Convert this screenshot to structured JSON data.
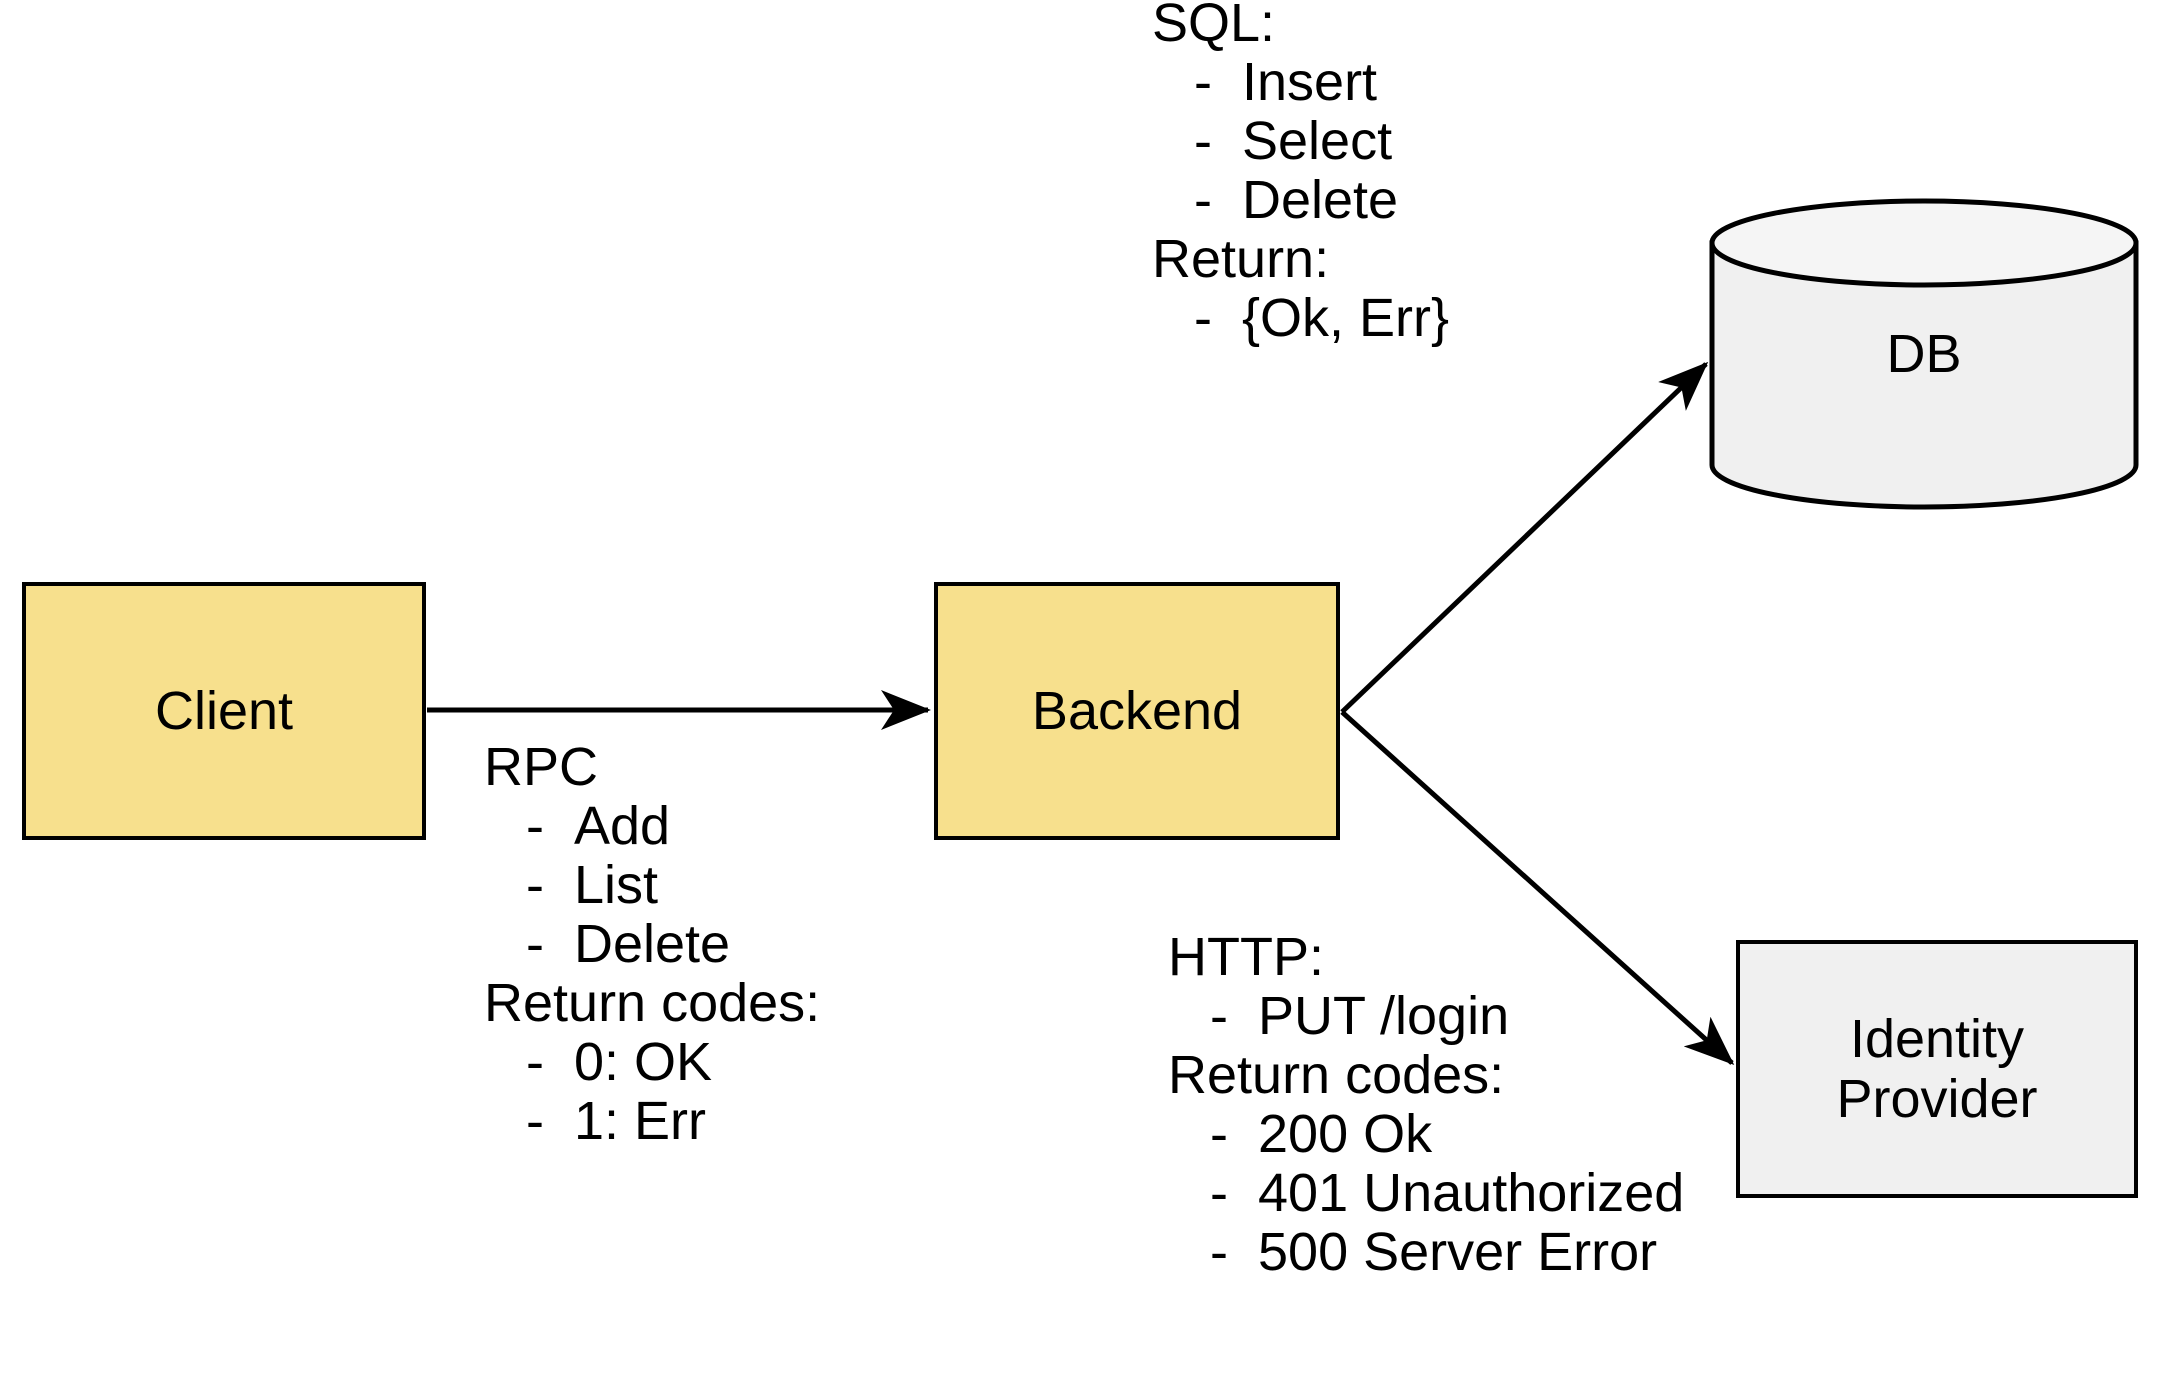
{
  "diagram": {
    "title": "Client / Backend / DB / Identity Provider architecture",
    "colors": {
      "service_fill": "#F7E08D",
      "store_fill": "#F0F0F0",
      "stroke": "#000000",
      "background": "#FFFFFF"
    },
    "nodes": [
      {
        "id": "client",
        "label": "Client",
        "shape": "rectangle",
        "fill": "#F7E08D"
      },
      {
        "id": "backend",
        "label": "Backend",
        "shape": "rectangle",
        "fill": "#F7E08D"
      },
      {
        "id": "db",
        "label": "DB",
        "shape": "cylinder",
        "fill": "#F0F0F0"
      },
      {
        "id": "idp",
        "label": "Identity\nProvider",
        "shape": "rectangle",
        "fill": "#F0F0F0",
        "label_line1": "Identity",
        "label_line2": "Provider"
      }
    ],
    "edges": [
      {
        "id": "client-to-backend",
        "from": "client",
        "to": "backend",
        "protocol": "RPC"
      },
      {
        "id": "backend-to-db",
        "from": "backend",
        "to": "db",
        "protocol": "SQL"
      },
      {
        "id": "backend-to-idp",
        "from": "backend",
        "to": "idp",
        "protocol": "HTTP"
      }
    ]
  },
  "annotations": {
    "sql": {
      "heading": "SQL:",
      "items": [
        "Insert",
        "Select",
        "Delete"
      ],
      "return_heading": "Return:",
      "return_items": [
        "{Ok, Err}"
      ],
      "bullet": "-"
    },
    "rpc": {
      "heading": "RPC",
      "items": [
        "Add",
        "List",
        "Delete"
      ],
      "return_heading": "Return codes:",
      "return_items": [
        "0: OK",
        "1: Err"
      ],
      "bullet": "-"
    },
    "http": {
      "heading": "HTTP:",
      "items": [
        "PUT /login"
      ],
      "return_heading": "Return codes:",
      "return_items": [
        "200 Ok",
        "401 Unauthorized",
        "500 Server Error"
      ],
      "bullet": "-"
    }
  }
}
